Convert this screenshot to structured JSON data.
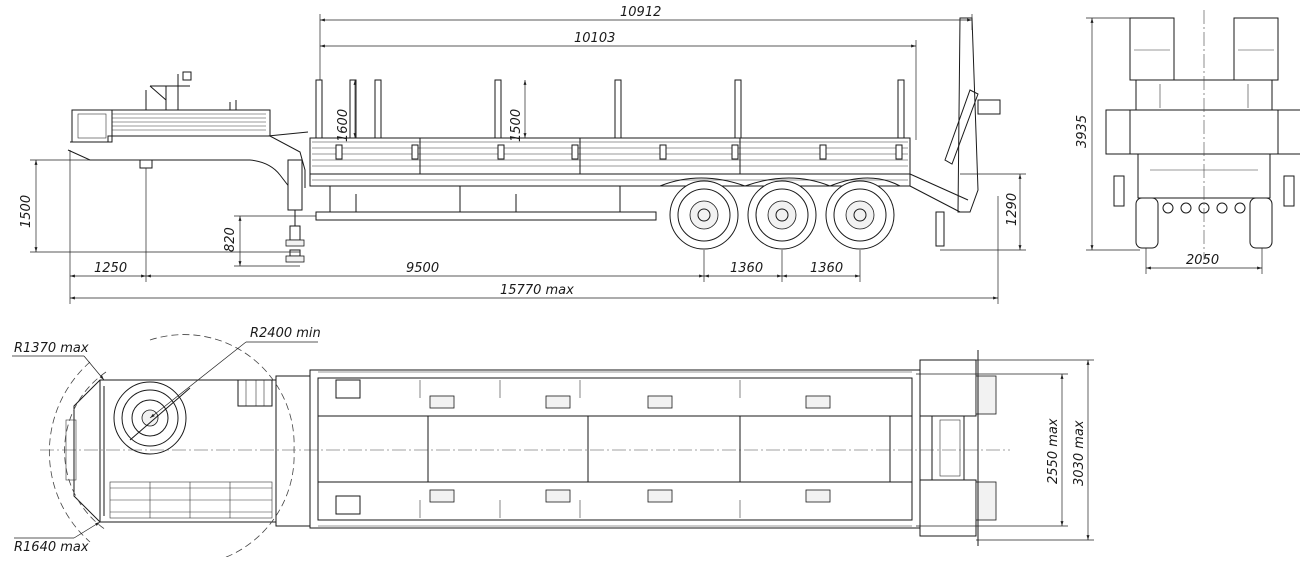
{
  "colors": {
    "line": "#1a1a1a",
    "background": "#ffffff"
  },
  "side_view": {
    "dim_overall_top": "10912",
    "dim_platform": "10103",
    "dim_stake_height_front": "1600",
    "dim_stake_height_mid": "1500",
    "dim_coupling_height": "1500",
    "dim_landing_gear": "820",
    "dim_deck_height": "1290",
    "dim_kingpin_offset": "1250",
    "dim_wheelbase": "9500",
    "dim_axle_spacing_1": "1360",
    "dim_axle_spacing_2": "1360",
    "dim_total_length": "15770 max"
  },
  "rear_view": {
    "dim_height": "3935",
    "dim_track": "2050"
  },
  "plan_view": {
    "radius_front": "R1370 max",
    "radius_swing": "R2400 min",
    "radius_corner": "R1640 max",
    "dim_width_1": "2550 max",
    "dim_width_2": "3030 max"
  }
}
